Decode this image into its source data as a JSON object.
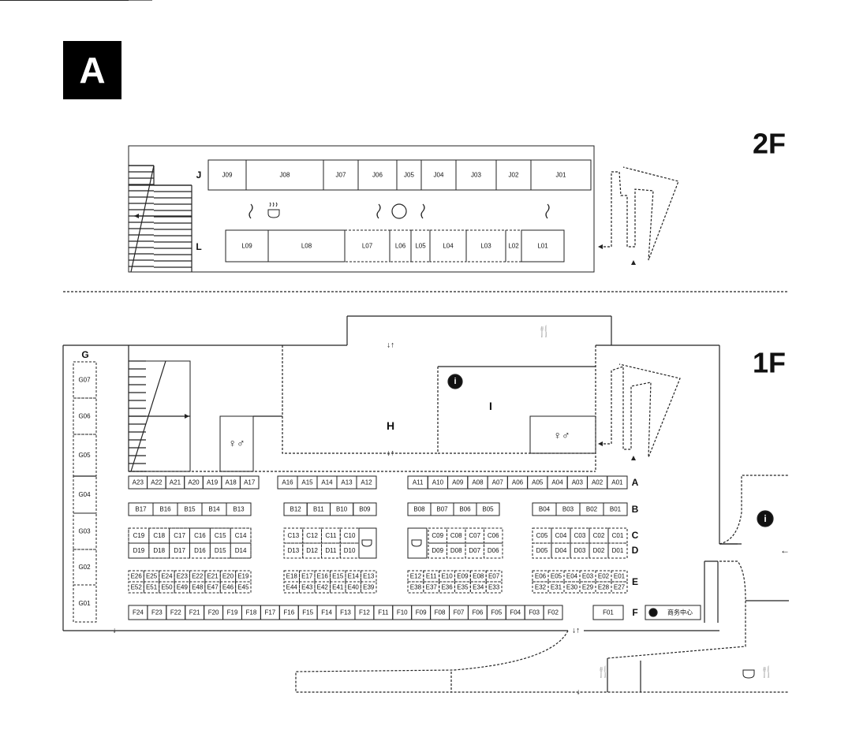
{
  "hall": "A",
  "floors": {
    "second": {
      "label": "2F",
      "rows": [
        {
          "id": "J",
          "stalls": [
            "J09",
            "J08",
            "J07",
            "J06",
            "J05",
            "J04",
            "J03",
            "J02",
            "J01"
          ]
        },
        {
          "id": "L",
          "stalls": [
            "L09",
            "L08",
            "L07",
            "L06",
            "L05",
            "L04",
            "L03",
            "L02",
            "L01"
          ]
        }
      ]
    },
    "first": {
      "label": "1F",
      "areas": {
        "hall_h": "H",
        "hall_i": "I",
        "row_g": "G"
      },
      "info_desk_label": "商务中心",
      "rows": [
        {
          "id": "G",
          "stalls": [
            "G07",
            "G06",
            "G05",
            "G04",
            "G03",
            "G02",
            "G01"
          ]
        },
        {
          "id": "A",
          "stalls": [
            "A23",
            "A22",
            "A21",
            "A20",
            "A19",
            "A18",
            "A17",
            "A16",
            "A15",
            "A14",
            "A13",
            "A12",
            "A11",
            "A10",
            "A09",
            "A08",
            "A07",
            "A06",
            "A05",
            "A04",
            "A03",
            "A02",
            "A01"
          ]
        },
        {
          "id": "B",
          "stalls": [
            "B17",
            "B16",
            "B15",
            "B14",
            "B13",
            "B12",
            "B11",
            "B10",
            "B09",
            "B08",
            "B07",
            "B06",
            "B05",
            "B04",
            "B03",
            "B02",
            "B01"
          ]
        },
        {
          "id": "C",
          "stalls": [
            "C19",
            "C18",
            "C17",
            "C16",
            "C15",
            "C14",
            "C13",
            "C12",
            "C11",
            "C10",
            "C09",
            "C08",
            "C07",
            "C06",
            "C05",
            "C04",
            "C03",
            "C02",
            "C01"
          ]
        },
        {
          "id": "D",
          "stalls": [
            "D19",
            "D18",
            "D17",
            "D16",
            "D15",
            "D14",
            "D13",
            "D12",
            "D11",
            "D10",
            "D09",
            "D08",
            "D07",
            "D06",
            "D05",
            "D04",
            "D03",
            "D02",
            "D01"
          ]
        },
        {
          "id": "E",
          "stalls": [
            "E26",
            "E25",
            "E24",
            "E23",
            "E22",
            "E21",
            "E20",
            "E19",
            "E18",
            "E17",
            "E16",
            "E15",
            "E14",
            "E13",
            "E12",
            "E11",
            "E10",
            "E09",
            "E08",
            "E07",
            "E06",
            "E05",
            "E04",
            "E03",
            "E02",
            "E01",
            "E52",
            "E51",
            "E50",
            "E49",
            "E48",
            "E47",
            "E46",
            "E45",
            "E44",
            "E43",
            "E42",
            "E41",
            "E40",
            "E39",
            "E38",
            "E37",
            "E36",
            "E35",
            "E34",
            "E33",
            "E32",
            "E31",
            "E30",
            "E29",
            "E28",
            "E27"
          ]
        },
        {
          "id": "F",
          "stalls": [
            "F24",
            "F23",
            "F22",
            "F21",
            "F20",
            "F19",
            "F18",
            "F17",
            "F16",
            "F15",
            "F14",
            "F13",
            "F12",
            "F11",
            "F10",
            "F09",
            "F08",
            "F07",
            "F06",
            "F05",
            "F04",
            "F03",
            "F02",
            "F01"
          ]
        }
      ]
    }
  },
  "icons": [
    "cafe-icon",
    "restaurant-icon",
    "restroom-icon",
    "info-icon",
    "fountain-icon",
    "heat-icon",
    "arrow-icon",
    "stairs-icon",
    "ramp-icon"
  ],
  "colors": {
    "ink": "#111111",
    "paper": "#ffffff"
  }
}
